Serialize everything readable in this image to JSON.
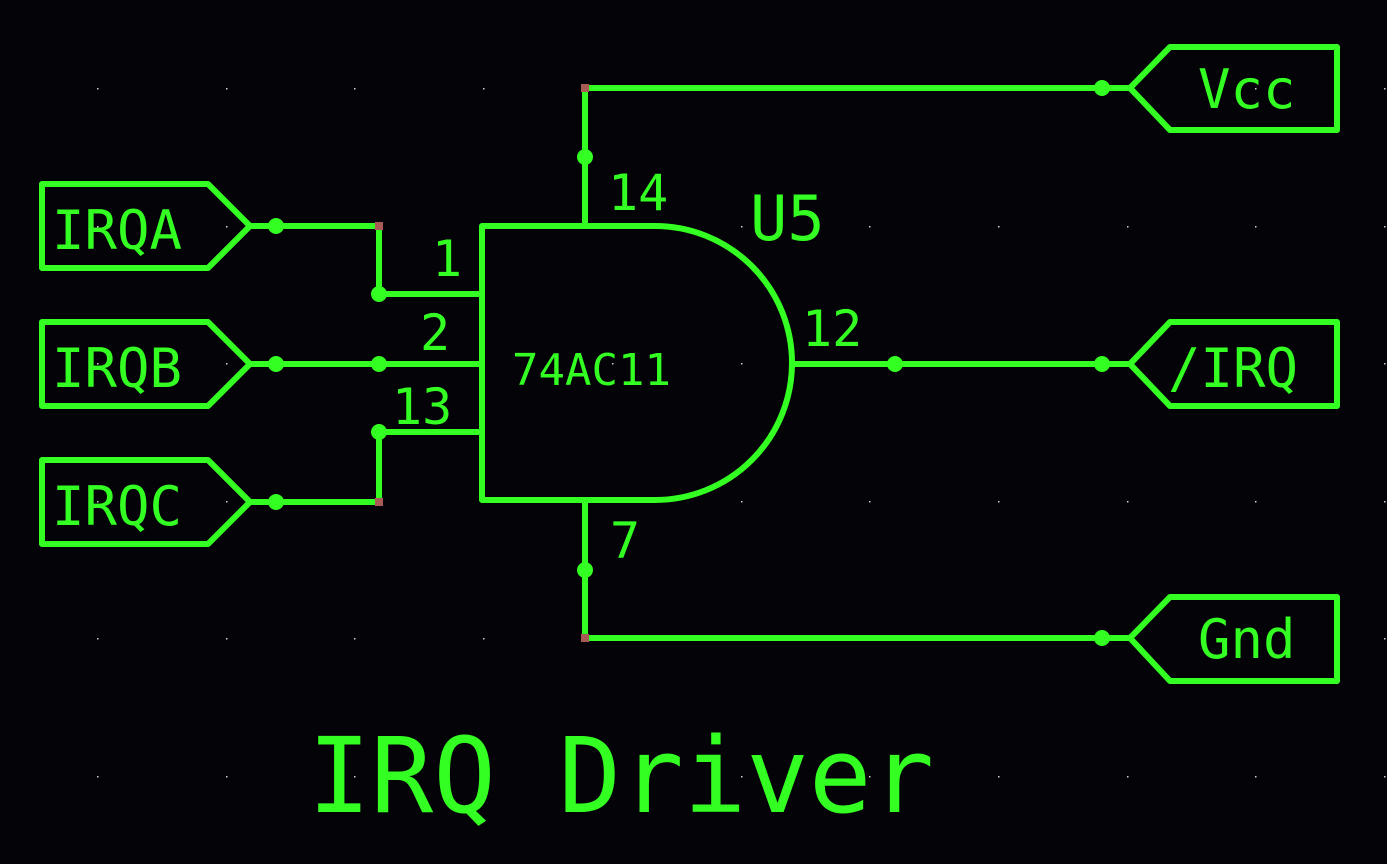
{
  "schematic": {
    "title": "IRQ Driver",
    "component": {
      "ref": "U5",
      "part": "74AC11",
      "type": "AND gate",
      "pins": {
        "in1": "1",
        "in2": "2",
        "in3": "13",
        "out": "12",
        "vcc": "14",
        "gnd": "7"
      }
    },
    "ports": {
      "irqa": "IRQA",
      "irqb": "IRQB",
      "irqc": "IRQC",
      "vcc": "Vcc",
      "irq_out": "/IRQ",
      "gnd": "Gnd"
    },
    "colors": {
      "background": "#040307",
      "wire": "#33ff22",
      "junction": "#a85b55",
      "grid": "#cfcfcf"
    }
  }
}
